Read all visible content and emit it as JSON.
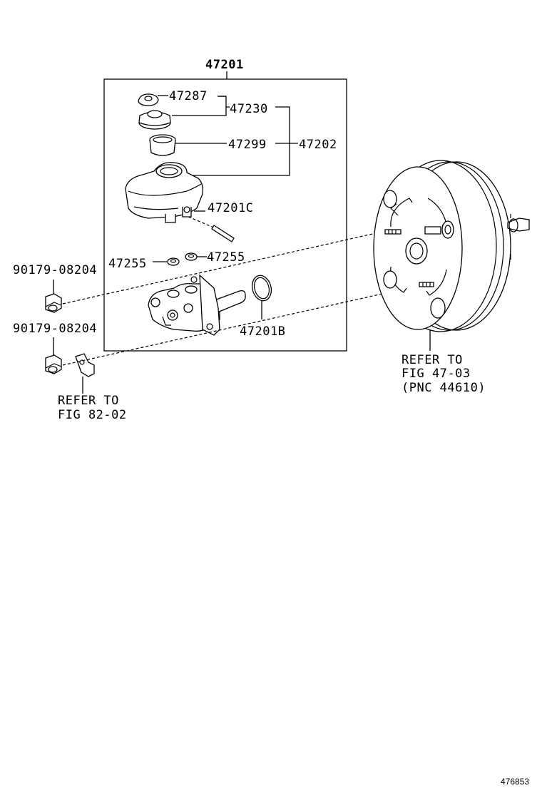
{
  "diagram": {
    "group_label": "47201",
    "parts": {
      "p47287": "47287",
      "p47230": "47230",
      "p47299": "47299",
      "p47202": "47202",
      "p47201C": "47201C",
      "p47255_left": "47255",
      "p47255_right": "47255",
      "p47201B": "47201B",
      "p90179_top": "90179-08204",
      "p90179_bottom": "90179-08204"
    },
    "refer_bracket": {
      "line1": "REFER TO",
      "line2": "FIG 82-02"
    },
    "refer_booster": {
      "line1": "REFER TO",
      "line2": "FIG 47-03",
      "line3": "(PNC 44610)"
    },
    "figure_number": "476853"
  }
}
